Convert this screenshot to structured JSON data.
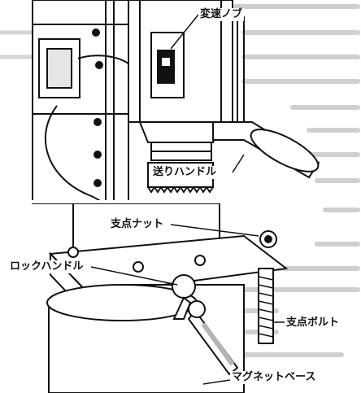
{
  "labels": {
    "speed_knob": "変速ノブ",
    "feed_handle": "送りハンドル",
    "fulcrum_nut": "支点ナット",
    "lock_handle": "ロックハンドル",
    "fulcrum_bolt": "支点ボルト",
    "magnet_base": "マグネットベース"
  },
  "colors": {
    "ink": "#111111",
    "background": "#ffffff",
    "grey": "#b5b5b5"
  }
}
